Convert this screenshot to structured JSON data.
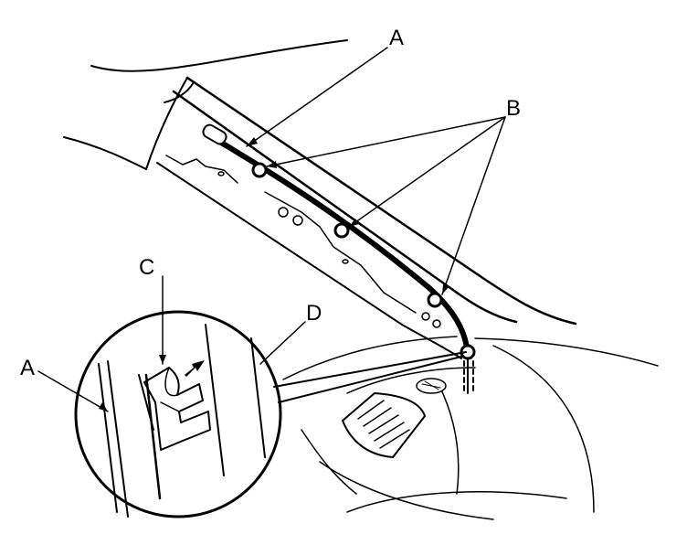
{
  "callouts": {
    "a_top": "A",
    "b": "B",
    "c": "C",
    "d": "D",
    "a_left": "A"
  },
  "colors": {
    "line": "#000000",
    "background": "#ffffff"
  }
}
